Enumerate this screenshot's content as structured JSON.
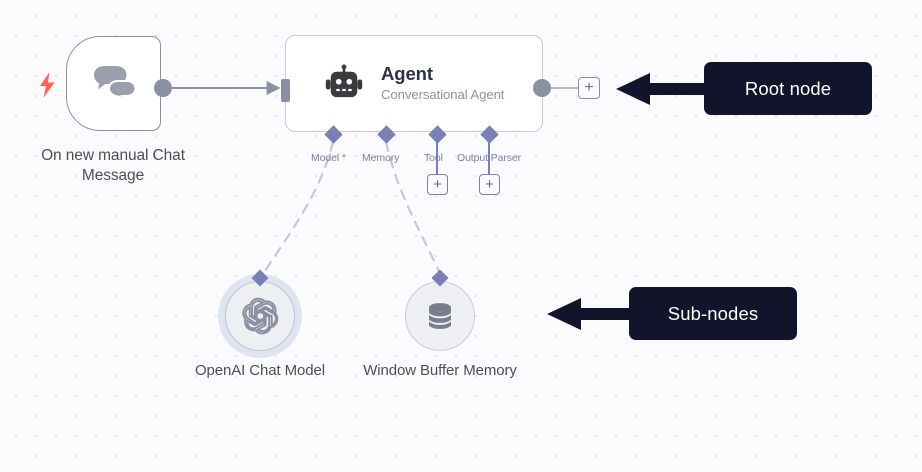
{
  "canvas": {
    "background_color": "#fbfbfd",
    "grid_dot_color": "#e3e4e9"
  },
  "trigger_node": {
    "icon": "chat-bubbles-icon",
    "badge_icon": "lightning-bolt-icon",
    "badge_color": "#ff6450",
    "label": "On new manual Chat Message",
    "output_port_icon": "output-dot"
  },
  "agent_node": {
    "icon": "robot-icon",
    "title": "Agent",
    "subtitle": "Conversational Agent",
    "input_port_icon": "input-port",
    "output_port_icon": "output-dot",
    "add_button_label": "+",
    "border_color": "#c8ccd6",
    "ports": [
      {
        "label": "Model",
        "required": true,
        "required_marker": "*",
        "has_add_button": false,
        "add_button_label": "+"
      },
      {
        "label": "Memory",
        "required": false,
        "required_marker": "",
        "has_add_button": false,
        "add_button_label": "+"
      },
      {
        "label": "Tool",
        "required": false,
        "required_marker": "",
        "has_add_button": true,
        "add_button_label": "+"
      },
      {
        "label": "Output Parser",
        "required": false,
        "required_marker": "",
        "has_add_button": true,
        "add_button_label": "+"
      }
    ]
  },
  "sub_nodes": [
    {
      "icon": "openai-logo-icon",
      "label": "OpenAI Chat Model",
      "selected": true
    },
    {
      "icon": "database-icon",
      "label": "Window Buffer Memory",
      "selected": false
    }
  ],
  "callouts": [
    {
      "text": "Root node",
      "background": "#11142b",
      "text_color": "#ffffff",
      "arrow_direction": "left"
    },
    {
      "text": "Sub-nodes",
      "background": "#11142b",
      "text_color": "#ffffff",
      "arrow_direction": "left"
    }
  ],
  "colors": {
    "port_purple": "#7a7fb5",
    "connector_gray": "#8b90a0",
    "dashed_gray": "#c6c9d2",
    "required_red": "#f4594a"
  }
}
